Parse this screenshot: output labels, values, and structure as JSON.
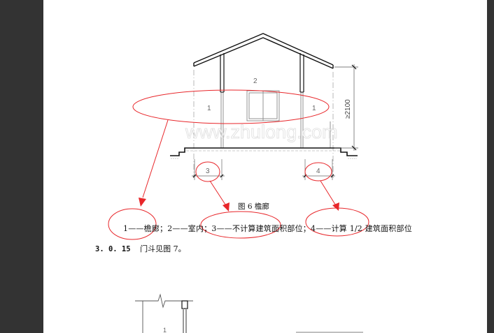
{
  "viewer": {
    "background_color": "#333333",
    "page_color": "#ffffff"
  },
  "figure6": {
    "labels": {
      "porch_left": "1",
      "indoor": "2",
      "porch_right": "1",
      "zone_no_area": "3",
      "zone_half_area": "4"
    },
    "dimension": "≥2100",
    "watermark": "www.zhulong.com",
    "caption": "图 6  檐廊",
    "legend": "1——檐廊；2——室内；3——不计算建筑面积部位；4——计算 1/2 建筑面积部位"
  },
  "clause": {
    "number": "3. 0. 15",
    "text": "门斗见图 7。"
  },
  "figure7_partial": {
    "labels": {
      "room": "1"
    }
  },
  "annotations": {
    "color": "#e8262a",
    "ellipses": [
      {
        "target": "porch-zone"
      },
      {
        "target": "zone-3-dimension"
      },
      {
        "target": "zone-4-dimension"
      },
      {
        "target": "legend-item-1"
      },
      {
        "target": "legend-item-3"
      },
      {
        "target": "legend-item-4"
      }
    ],
    "arrows": 3
  }
}
